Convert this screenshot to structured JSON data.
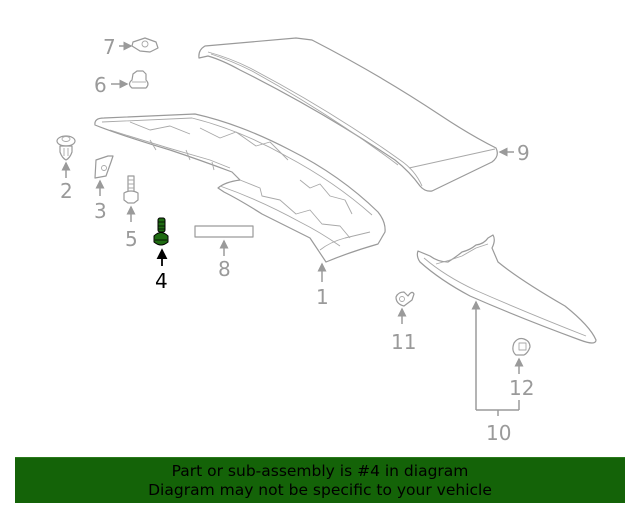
{
  "diagram": {
    "highlight_color": "#1f6b12",
    "line_color": "#9a9a9a",
    "highlighted_part": "4",
    "callouts": [
      {
        "id": "1",
        "label": "1"
      },
      {
        "id": "2",
        "label": "2"
      },
      {
        "id": "3",
        "label": "3"
      },
      {
        "id": "4",
        "label": "4"
      },
      {
        "id": "5",
        "label": "5"
      },
      {
        "id": "6",
        "label": "6"
      },
      {
        "id": "7",
        "label": "7"
      },
      {
        "id": "8",
        "label": "8"
      },
      {
        "id": "9",
        "label": "9"
      },
      {
        "id": "10",
        "label": "10"
      },
      {
        "id": "11",
        "label": "11"
      },
      {
        "id": "12",
        "label": "12"
      }
    ]
  },
  "banner": {
    "line1": "Part or sub-assembly is #4 in diagram",
    "line2": "Diagram may not be specific to your vehicle",
    "background": "#146308"
  }
}
